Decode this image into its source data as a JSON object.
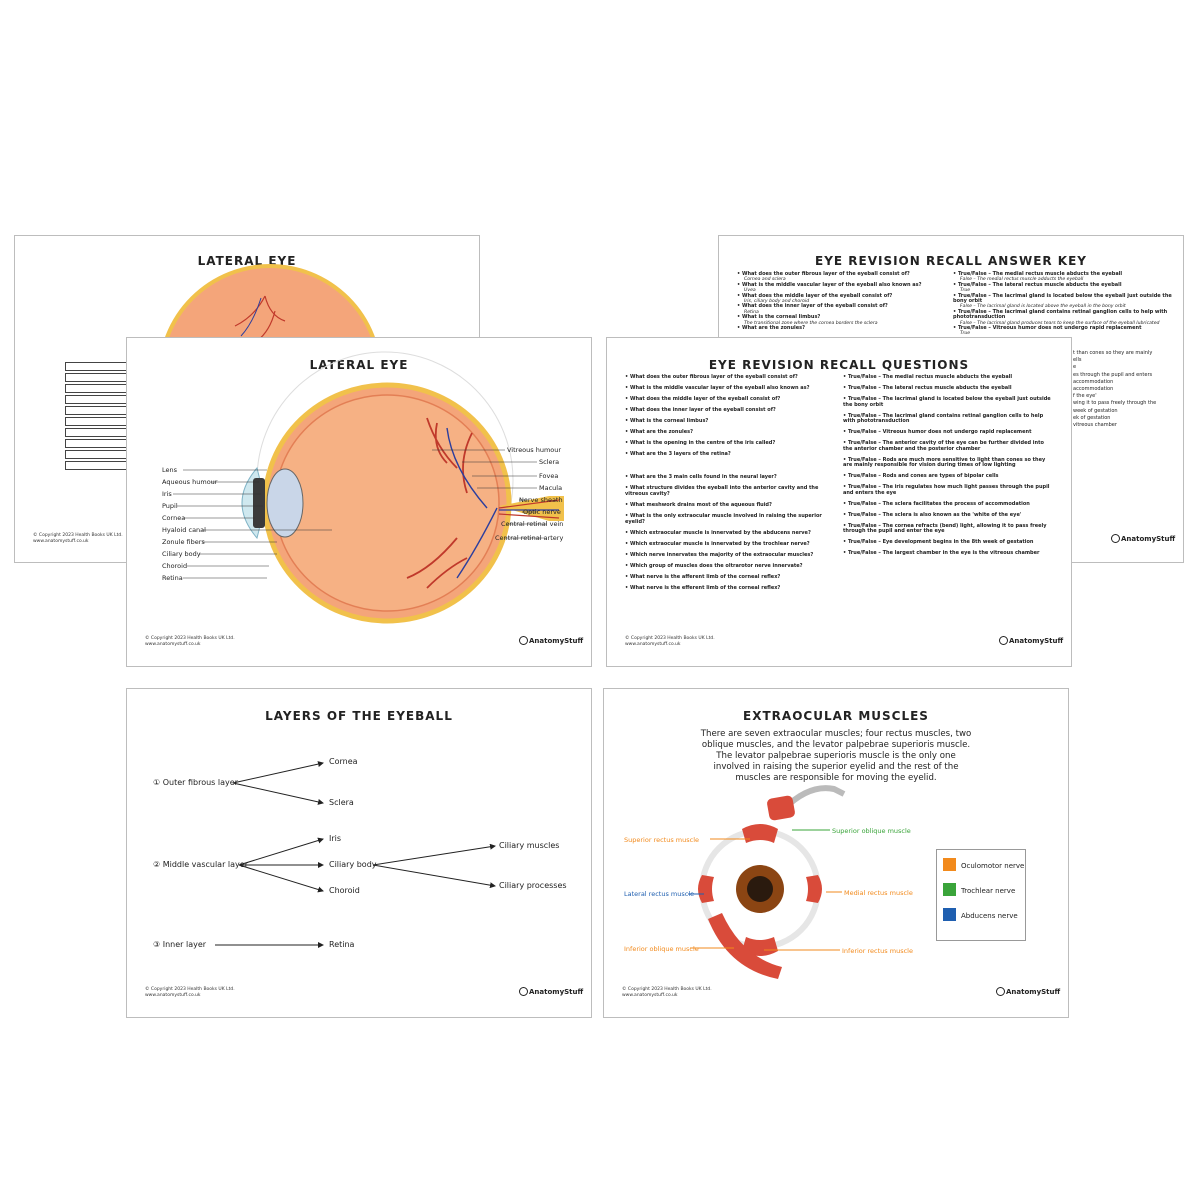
{
  "copyright": {
    "line1": "© Copyright 2023 Health Books UK Ltd.",
    "line2": "www.anatomystuff.co.uk"
  },
  "logo": {
    "text": "AnatomyStuff"
  },
  "sheet1": {
    "title": "LATERAL EYE"
  },
  "sheet2": {
    "title": "EYE REVISION RECALL ANSWER KEY",
    "left": [
      {
        "q": "What does the outer fibrous layer of the eyeball consist of?",
        "a": "Cornea and sclera"
      },
      {
        "q": "What is the middle vascular layer of the eyeball also known as?",
        "a": "Uvea"
      },
      {
        "q": "What does the middle layer of the eyeball consist of?",
        "a": "Iris, ciliary body and choroid"
      },
      {
        "q": "What does the inner layer of the eyeball consist of?",
        "a": "Retina"
      },
      {
        "q": "What is the corneal limbus?",
        "a": "The transitional zone where the cornea borders the sclera"
      },
      {
        "q": "What are the zonules?",
        "a": ""
      }
    ],
    "right": [
      {
        "q": "True/False – The medial rectus muscle abducts the eyeball",
        "a": "False – The medial rectus muscle adducts the eyeball"
      },
      {
        "q": "True/False – The lateral rectus muscle abducts the eyeball",
        "a": "True"
      },
      {
        "q": "True/False – The lacrimal gland is located below the eyeball just outside the bony orbit",
        "a": "False – The lacrimal gland is located above the eyeball in the bony orbit"
      },
      {
        "q": "True/False – The lacrimal gland contains retinal ganglion cells to help with phototransduction",
        "a": "False – The lacrimal gland produces tears to keep the surface of the eyeball lubricated"
      },
      {
        "q": "True/False – Vitreous humor does not undergo rapid replacement",
        "a": "True"
      }
    ],
    "frag": [
      "t than cones so they are mainly",
      "ells",
      "e",
      "es through the pupil and enters",
      "accommodation",
      "accommodation",
      "f the eye'",
      "wing it to pass freely through the",
      "week of gestation",
      "ek of gestation",
      "vitreous chamber"
    ]
  },
  "sheet3": {
    "title": "LATERAL EYE",
    "labels_left": [
      "Lens",
      "Aqueous humour",
      "Iris",
      "Pupil",
      "Cornea",
      "Hyaloid canal",
      "Zonule fibers",
      "Ciliary body",
      "Choroid",
      "Retina"
    ],
    "labels_right": [
      "Vitreous humour",
      "Sclera",
      "Fovea",
      "Macula",
      "Nerve sheath",
      "Optic nerve",
      "Central retinal vein",
      "Central retinal artery"
    ]
  },
  "sheet4": {
    "title": "EYE REVISION RECALL QUESTIONS",
    "left": [
      "What does the outer fibrous layer of the eyeball consist of?",
      "What is the middle vascular layer of the eyeball also known as?",
      "What does the middle layer of the eyeball consist of?",
      "What does the inner layer of the eyeball consist of?",
      "What is the corneal limbus?",
      "What are the zonules?",
      "What is the opening in the centre of the iris called?",
      "What are the 3 layers of the retina?",
      "What are the 3 main cells found in the neural layer?",
      "What structure divides the eyeball into the anterior cavity and the vitreous cavity?",
      "What meshwork drains most of the aqueous fluid?",
      "What is the only extraocular muscle involved in raising the superior eyelid?",
      "Which extraocular muscle is innervated by the abducens nerve?",
      "Which extraocular muscle is innervated by the trochlear nerve?",
      "Which nerve innervates the majority of the extraocular muscles?",
      "Which group of muscles does the oltrarotor nerve innervate?",
      "What nerve is the afferent limb of the corneal reflex?",
      "What nerve is the efferent limb of the corneal reflex?"
    ],
    "right": [
      "True/False – The medial rectus muscle abducts the eyeball",
      "True/False – The lateral rectus muscle abducts the eyeball",
      "True/False – The lacrimal gland is located below the eyeball just outside the bony orbit",
      "True/False – The lacrimal gland contains retinal ganglion cells to help with phototransduction",
      "True/False – Vitreous humor does not undergo rapid replacement",
      "True/False – The anterior cavity of the eye can be further divided into the anterior chamber and the posterior chamber",
      "True/False – Rods are much more sensitive to light than cones so they are mainly responsible for vision during times of low lighting",
      "True/False – Rods and cones are types of bipolar cells",
      "True/False – The iris regulates how much light passes through the pupil and enters the eye",
      "True/False – The sclera facilitates the process of accommodation",
      "True/False – The sclera is also known as the 'white of the eye'",
      "True/False – The cornea refracts (bend) light, allowing it to pass freely through the pupil and enter the eye",
      "True/False – Eye development begins in the 8th week of gestation",
      "True/False – The largest chamber in the eye is the vitreous chamber"
    ]
  },
  "sheet5": {
    "title": "LAYERS OF THE EYEBALL",
    "outer": "① Outer fibrous layer",
    "cornea": "Cornea",
    "sclera": "Sclera",
    "middle": "② Middle vascular layer",
    "iris": "Iris",
    "ciliary_body": "Ciliary body",
    "choroid": "Choroid",
    "ciliary_muscles": "Ciliary muscles",
    "ciliary_processes": "Ciliary processes",
    "inner": "③ Inner layer",
    "retina": "Retina"
  },
  "sheet6": {
    "title": "EXTRAOCULAR MUSCLES",
    "paragraph": "There are seven extraocular muscles; four rectus muscles, two oblique muscles, and the levator palpebrae superioris muscle. The levator palpebrae superioris muscle is the only one involved in raising the superior eyelid and the rest of the muscles are responsible for moving the eyelid.",
    "muscles": {
      "superior_rectus": "Superior rectus muscle",
      "superior_oblique": "Superior oblique muscle",
      "lateral_rectus": "Lateral rectus muscle",
      "medial_rectus": "Medial rectus muscle",
      "inferior_oblique": "Inferior oblique muscle",
      "inferior_rectus": "Inferior rectus muscle"
    },
    "legend": [
      {
        "label": "Oculomotor nerve",
        "color": "#f28a1c"
      },
      {
        "label": "Trochlear nerve",
        "color": "#3aa43a"
      },
      {
        "label": "Abducens nerve",
        "color": "#1f5fb0"
      }
    ]
  }
}
